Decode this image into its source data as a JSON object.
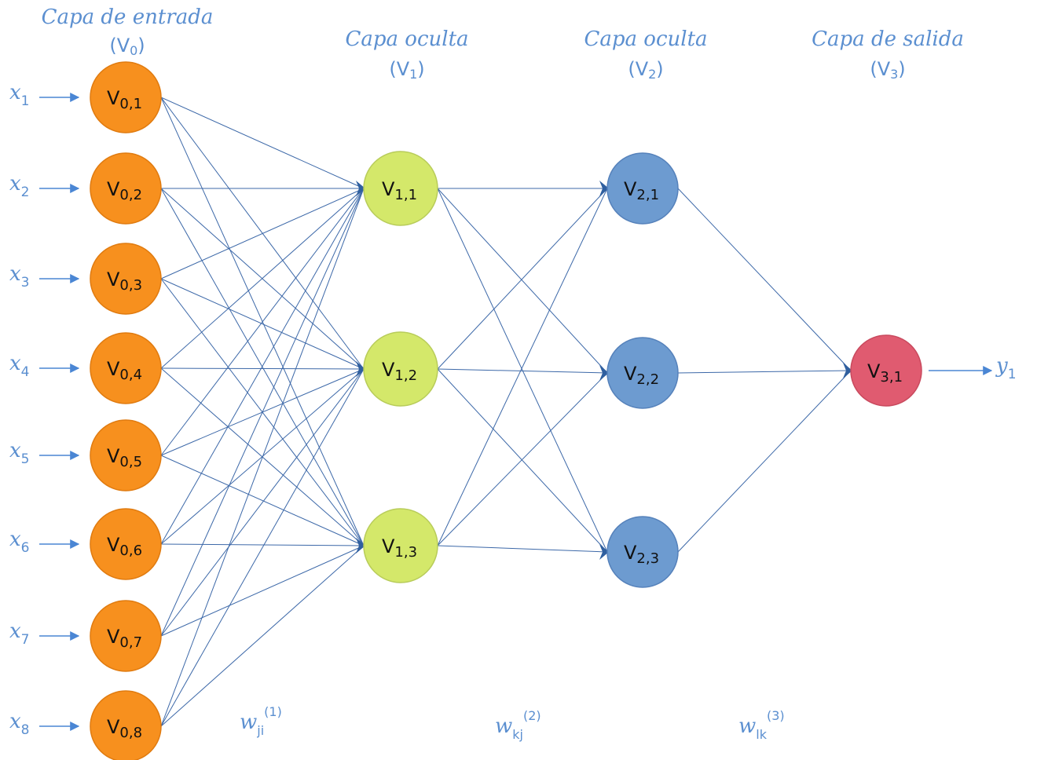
{
  "colors": {
    "input": "#f7901e",
    "hidden1": "#d4e86a",
    "hidden2": "#6d9bd0",
    "output": "#e05b70",
    "edge": "#3c68a8",
    "text": "#5b8fd0"
  },
  "layers": [
    {
      "title": "Capa de entrada",
      "symbol": "(V",
      "symbol_sub": "0",
      "symbol_close": ")",
      "color_key": "input",
      "nodes": [
        {
          "base": "V",
          "index": "0,1"
        },
        {
          "base": "V",
          "index": "0,2"
        },
        {
          "base": "V",
          "index": "0,3"
        },
        {
          "base": "V",
          "index": "0,4"
        },
        {
          "base": "V",
          "index": "0,5"
        },
        {
          "base": "V",
          "index": "0,6"
        },
        {
          "base": "V",
          "index": "0,7"
        },
        {
          "base": "V",
          "index": "0,8"
        }
      ]
    },
    {
      "title": "Capa oculta",
      "symbol": "(V",
      "symbol_sub": "1",
      "symbol_close": ")",
      "color_key": "hidden1",
      "nodes": [
        {
          "base": "V",
          "index": "1,1"
        },
        {
          "base": "V",
          "index": "1,2"
        },
        {
          "base": "V",
          "index": "1,3"
        }
      ]
    },
    {
      "title": "Capa oculta",
      "symbol": "(V",
      "symbol_sub": "2",
      "symbol_close": ")",
      "color_key": "hidden2",
      "nodes": [
        {
          "base": "V",
          "index": "2,1"
        },
        {
          "base": "V",
          "index": "2,2"
        },
        {
          "base": "V",
          "index": "2,3"
        }
      ]
    },
    {
      "title": "Capa de salida",
      "symbol": "(V",
      "symbol_sub": "3",
      "symbol_close": ")",
      "color_key": "output",
      "nodes": [
        {
          "base": "V",
          "index": "3,1"
        }
      ]
    }
  ],
  "inputs": [
    {
      "var": "x",
      "sub": "1"
    },
    {
      "var": "x",
      "sub": "2"
    },
    {
      "var": "x",
      "sub": "3"
    },
    {
      "var": "x",
      "sub": "4"
    },
    {
      "var": "x",
      "sub": "5"
    },
    {
      "var": "x",
      "sub": "6"
    },
    {
      "var": "x",
      "sub": "7"
    },
    {
      "var": "x",
      "sub": "8"
    }
  ],
  "output": {
    "var": "y",
    "sub": "1"
  },
  "weights": [
    {
      "var": "w",
      "sub": "ji",
      "sup": "(1)"
    },
    {
      "var": "w",
      "sub": "kj",
      "sup": "(2)"
    },
    {
      "var": "w",
      "sub": "lk",
      "sup": "(3)"
    }
  ]
}
